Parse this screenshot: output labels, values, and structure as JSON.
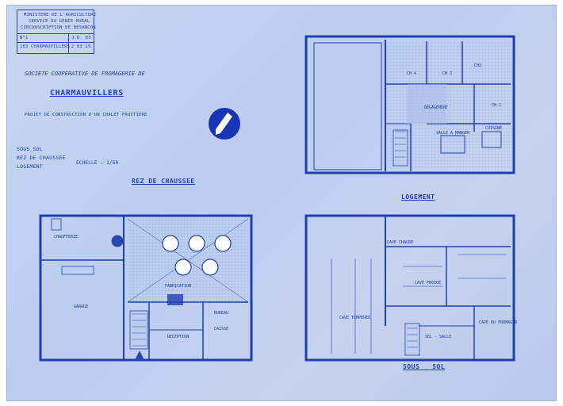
{
  "title_block": {
    "line1": "MINISTERE DE L'AGRICULTURE",
    "line2": "SERVICE DU GENIE RURAL",
    "line3": "CIRCONSCRIPTION DE BESANCON",
    "ref_label": "N°1",
    "ref_cell_a": "J.D. 03",
    "ref_cell_b": "183 CHARMAUVILLERS",
    "ref_cell_c": "2 83 25"
  },
  "project": {
    "society": "SOCIETE COOPERATIVE DE FROMAGERIE DE",
    "place": "CHARMAUVILLERS",
    "description": "PROJET DE CONSTRUCTION D'UN CHALET FRUITIERE"
  },
  "legend": {
    "item1": "SOUS_SOL",
    "item2": "REZ DE CHAUSSEE",
    "item3": "LOGEMENT",
    "scale": "ECHELLE : 1/50"
  },
  "plans": {
    "ground_floor_title": "REZ DE CHAUSSEE",
    "housing_title": "LOGEMENT",
    "basement_title": "SOUS _ SOL"
  },
  "rooms": {
    "ch4": "CH 4",
    "ch3": "CH 3",
    "ch2": "CH2",
    "ch1": "CH 1",
    "degagement": "DEGAGEMENT",
    "salle_a_manger": "SALLE A MANGER",
    "cuisine": "CUISINE",
    "chaufferie": "CHAUFFERIE",
    "garage": "GARAGE",
    "fabrication": "FABRICATION",
    "bureau": "BUREAU",
    "reception": "RECEPTION",
    "caisse": "CAISSE",
    "cave_chaude": "CAVE CHAUDE",
    "cave_froide": "CAVE FROIDE",
    "cave_temperee": "CAVE TEMPEREE",
    "sel_salle": "SEL - SALLE",
    "cave_fromager": "CAVE DU FROMAGER"
  },
  "colors": {
    "paper": "#c3d1f0",
    "ink": "#1f3fb0",
    "dark_ink": "#1835b5"
  },
  "icons": {
    "north_arrow": "north-arrow-icon"
  }
}
